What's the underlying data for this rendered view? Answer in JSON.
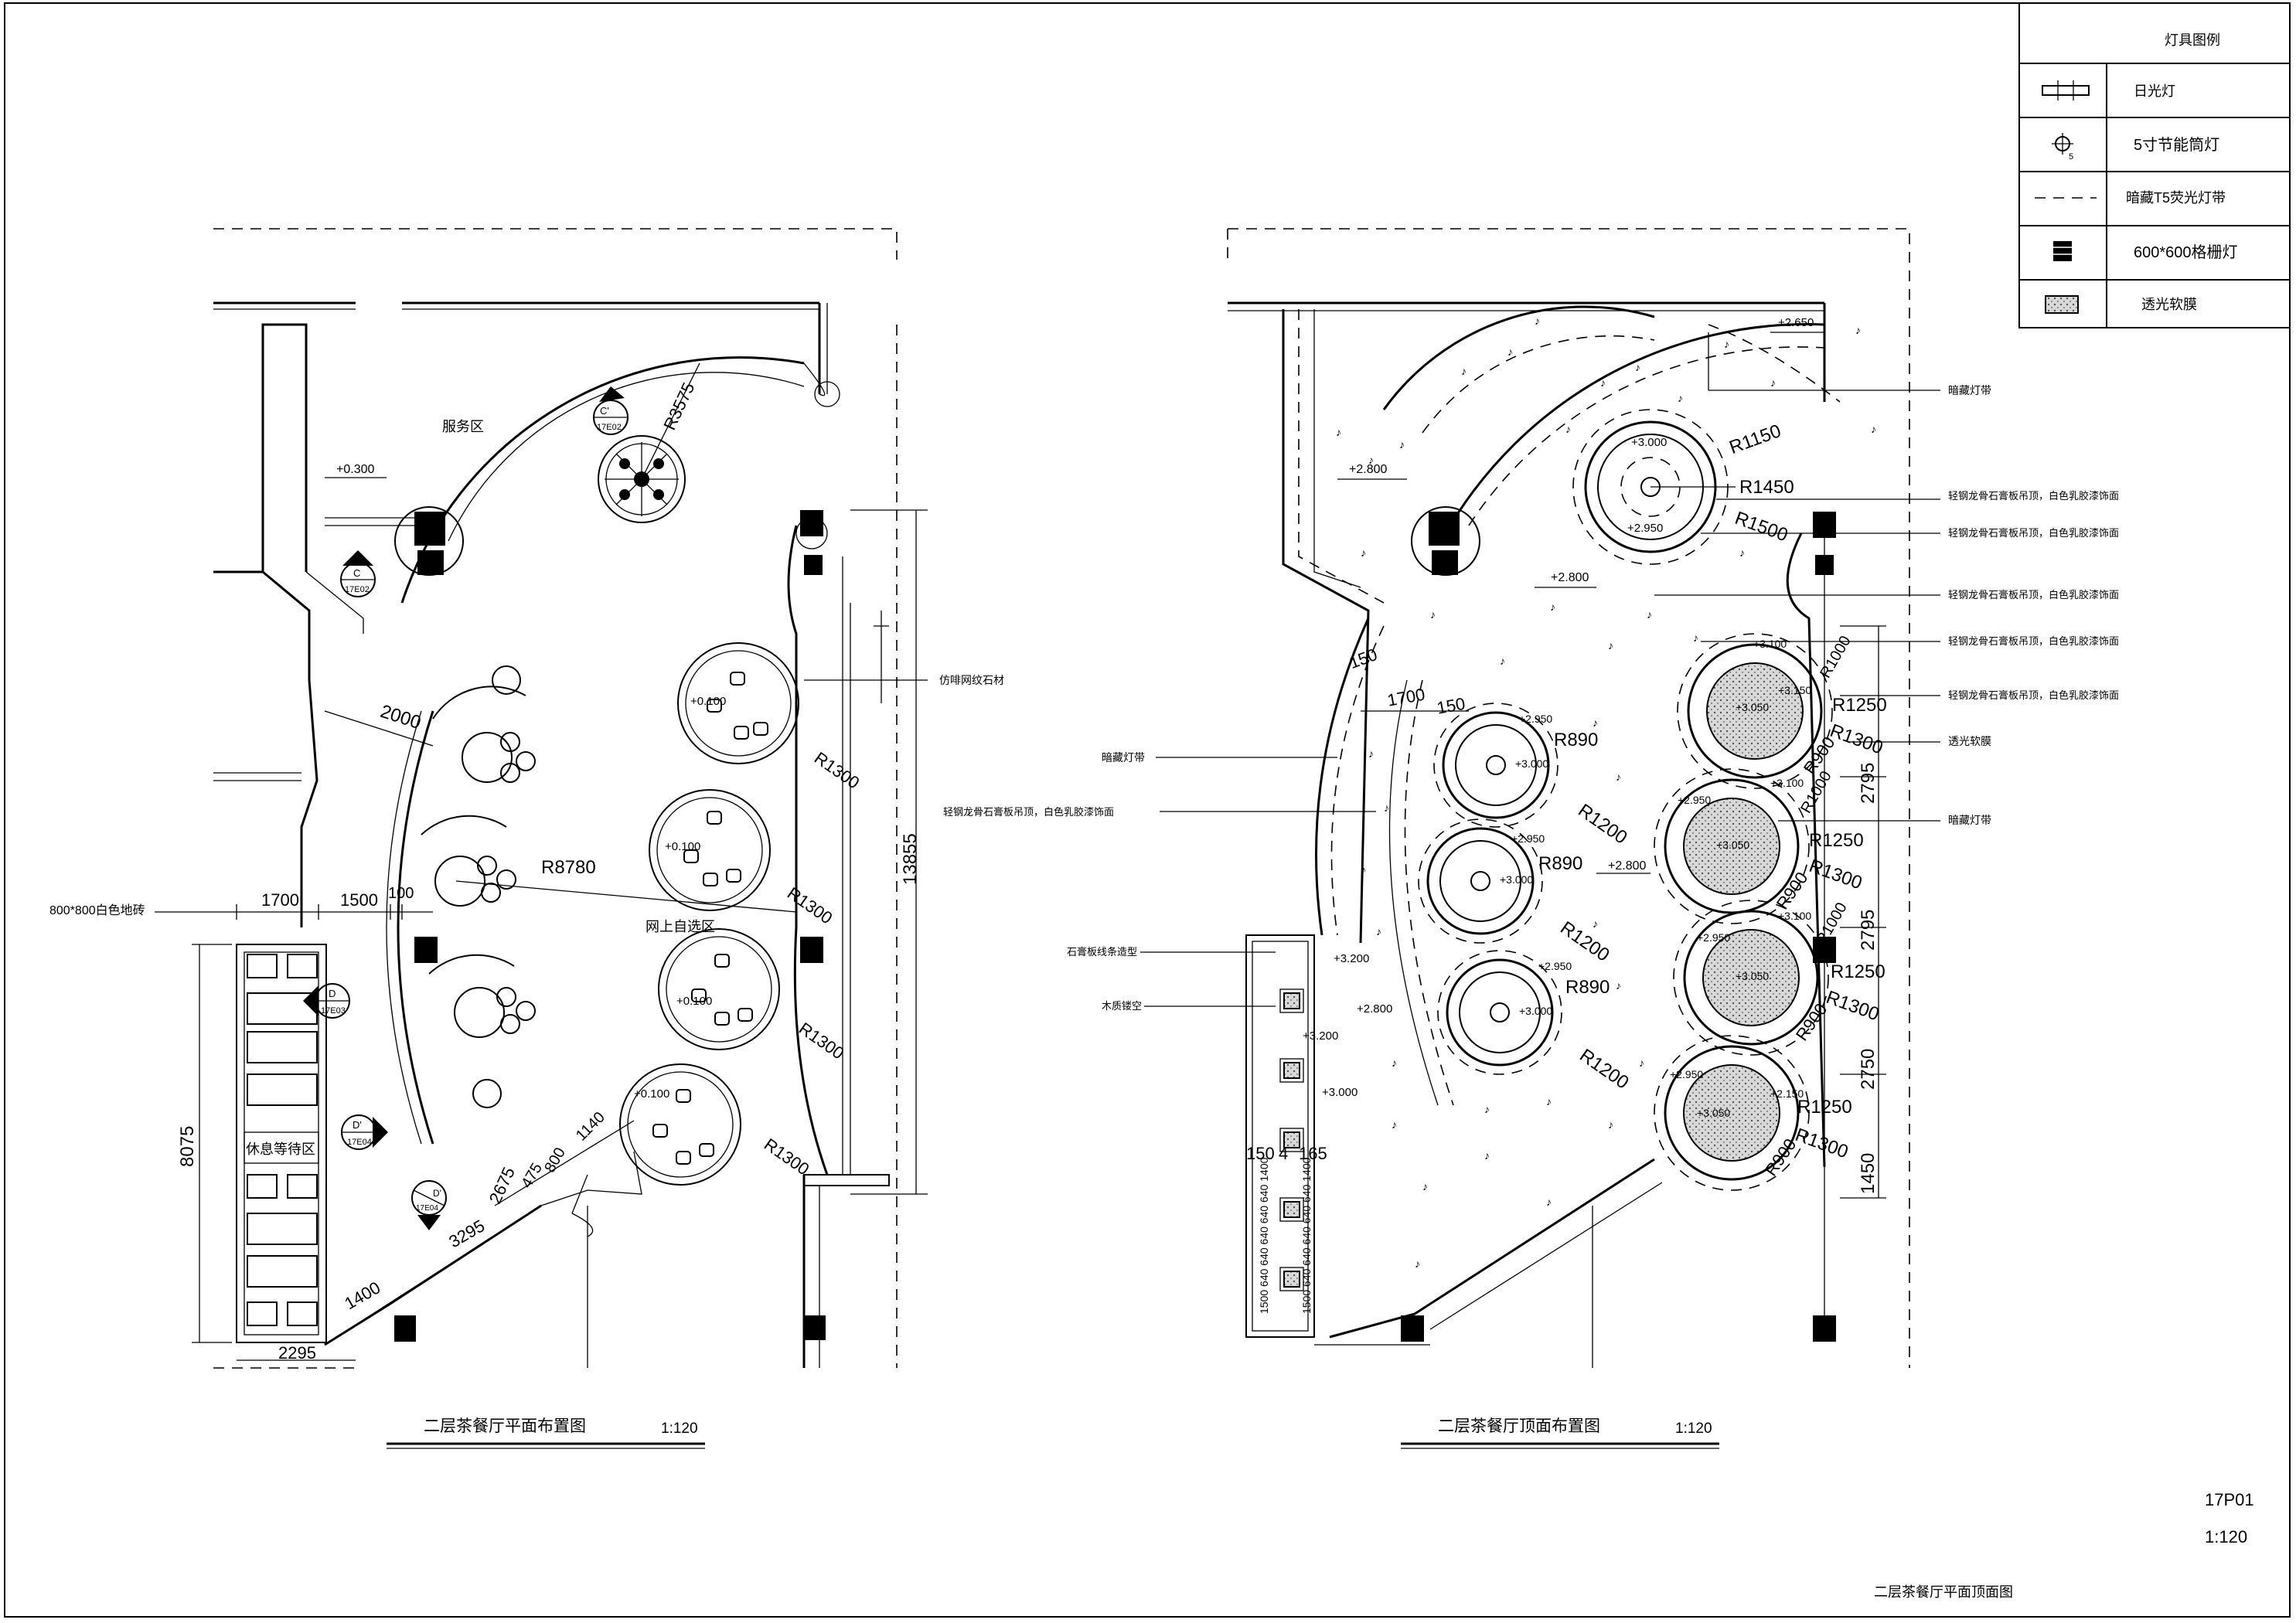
{
  "legend": {
    "title": "灯具图例",
    "rows": [
      {
        "icon": "fluorescent-lamp-icon",
        "label": "日光灯"
      },
      {
        "icon": "downlight-icon",
        "label": "5寸节能筒灯"
      },
      {
        "icon": "hidden-t5-strip-icon",
        "label": "暗藏T5荧光灯带"
      },
      {
        "icon": "grille-light-icon",
        "label": "600*600格栅灯"
      },
      {
        "icon": "translucent-film-icon",
        "label": "透光软膜"
      }
    ],
    "downlight_sub": "5"
  },
  "floor_plan": {
    "title": "二层茶餐厅平面布置图",
    "scale": "1:120",
    "labels": {
      "service_area": "服务区",
      "online_area": "网上自选区",
      "rest_area": "休息等待区",
      "floor_tile": "800*800白色地砖",
      "stone_note": "仿啡网纹石材"
    },
    "elevations": [
      {
        "letter": "C'",
        "ref": "17E02"
      },
      {
        "letter": "C",
        "ref": "17E02"
      },
      {
        "letter": "D",
        "ref": "17E03"
      },
      {
        "letter": "D'",
        "ref": "17E04"
      },
      {
        "letter": "D'",
        "ref": "17E04"
      }
    ],
    "levels": [
      "+0.300",
      "+0.100",
      "+0.100",
      "+0.100",
      "+0.100"
    ],
    "dims": {
      "r_big": "R3575",
      "r_arc": "R8780",
      "r_tables": [
        "R1300",
        "R1300",
        "R1300",
        "R1300"
      ],
      "d2000": "2000",
      "d1700": "1700",
      "d1500": "1500",
      "d100": "100",
      "d8075": "8075",
      "d13855": "13855",
      "d2675": "2675",
      "d475": "475",
      "d800": "800",
      "d1140": "1140",
      "d3295": "3295",
      "d1400": "1400",
      "d2295": "2295"
    }
  },
  "ceiling_plan": {
    "title": "二层茶餐厅顶面布置图",
    "scale": "1:120",
    "levels": {
      "top": "+2.650",
      "left1": "+2.800",
      "mid": "+2.800",
      "ring_a": "+3.000",
      "ring_b": "+2.950",
      "bar": "+3.200",
      "bar2": "+2.800",
      "bar3": "+3.200",
      "bar4": "+3.000",
      "right_b": "+2.800"
    },
    "small_rings": [
      {
        "a": "+2.950",
        "b": "+3.000",
        "r1": "R890",
        "r2": "R1200"
      },
      {
        "a": "+2.950",
        "b": "+3.000",
        "r1": "R890",
        "r2": "R1200"
      },
      {
        "a": "+2.950",
        "b": "+3.000",
        "r1": "R890",
        "r2": "R1200"
      }
    ],
    "big_rings": [
      {
        "a": "+3.100",
        "b": "+3.150",
        "c": "+3.050",
        "r1": "R1250",
        "r2": "R1300",
        "r3": "R900",
        "r0": "R1000"
      },
      {
        "a": "+2.950",
        "b": "+3.100",
        "c": "+3.050",
        "r1": "R1250",
        "r2": "R1300",
        "r3": "R900",
        "r0": "R1000"
      },
      {
        "a": "+2.950",
        "b": "+3.100",
        "c": "+3.050",
        "r1": "R1250",
        "r2": "R1300",
        "r3": "R900",
        "r0": "R1000"
      },
      {
        "a": "+2.950",
        "b": "+2.150",
        "c": "+3.050",
        "r1": "R1250",
        "r2": "R1300",
        "r3": "R900"
      }
    ],
    "top_ring": {
      "r1": "R1150",
      "r2": "R1450",
      "r3": "R1500",
      "lv": "+3.000",
      "lv2": "+2.950"
    },
    "right_dims": [
      "2795",
      "2795",
      "2750",
      "1450"
    ],
    "left_dims": {
      "d150a": "150",
      "d1700": "1700",
      "d150b": "150",
      "d150c": "150",
      "d4": "4",
      "d165": "165"
    },
    "notes_right": [
      "暗藏灯带",
      "轻钢龙骨石膏板吊顶，白色乳胶漆饰面",
      "轻钢龙骨石膏板吊顶，白色乳胶漆饰面",
      "轻钢龙骨石膏板吊顶，白色乳胶漆饰面",
      "轻钢龙骨石膏板吊顶，白色乳胶漆饰面",
      "轻钢龙骨石膏板吊顶，白色乳胶漆饰面",
      "透光软膜",
      "暗藏灯带"
    ],
    "notes_left": [
      "暗藏灯带",
      "轻钢龙骨石膏板吊顶，白色乳胶漆饰面",
      "石膏板线条造型",
      "木质镂空"
    ],
    "bar_dims": "1500 640 640 640 640 640 1400"
  },
  "sheet": {
    "number": "17P01",
    "scale": "1:120",
    "title": "二层茶餐厅平面顶面图"
  }
}
